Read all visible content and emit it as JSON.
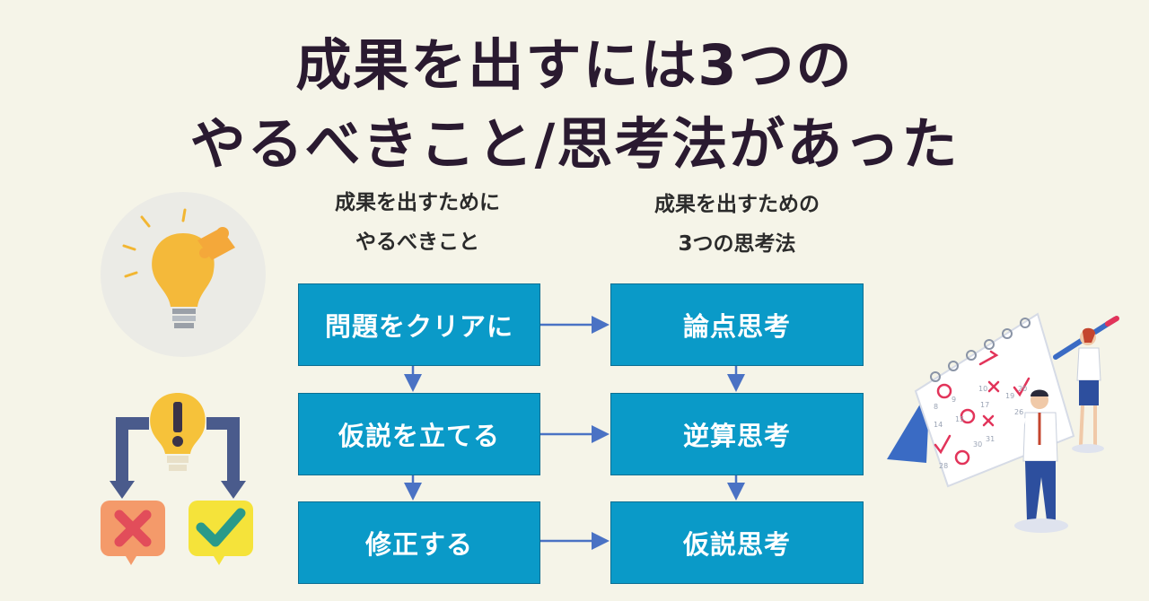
{
  "title": {
    "line1": "成果を出すには3つの",
    "line2": "やるべきこと/思考法があった"
  },
  "left_column": {
    "heading_line1": "成果を出すために",
    "heading_line2": "やるべきこと",
    "steps": [
      "問題をクリアに",
      "仮説を立てる",
      "修正する"
    ]
  },
  "right_column": {
    "heading_line1": "成果を出すための",
    "heading_line2": "3つの思考法",
    "steps": [
      "論点思考",
      "逆算思考",
      "仮説思考"
    ]
  },
  "colors": {
    "background": "#f5f4e8",
    "box_fill": "#0a9ac8",
    "arrow": "#4a72c4",
    "title": "#2a1a30"
  },
  "icons": [
    "lightbulb-puzzle-icon",
    "decision-icon",
    "calendar-planning-illustration"
  ]
}
